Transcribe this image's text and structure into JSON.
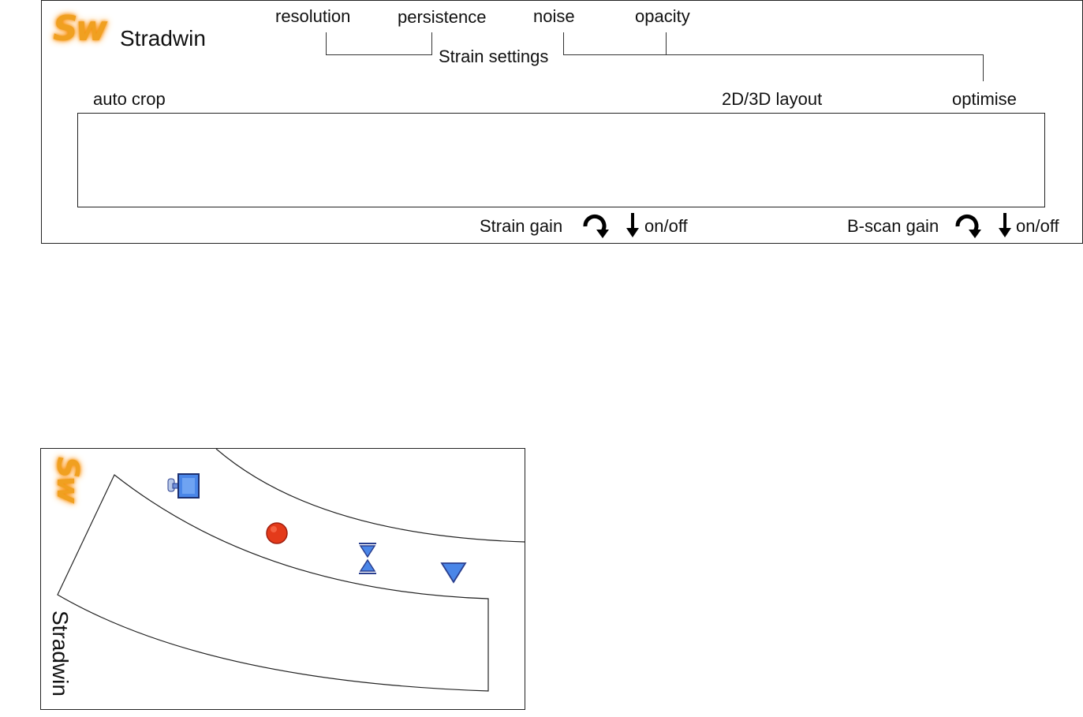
{
  "colors": {
    "logo": "#f0a020",
    "marker_red": "#e43a1a",
    "marker_blue": "#4a86e8"
  },
  "top_panel": {
    "logo_text": "Sw",
    "app_name": "Stradwin",
    "strain_labels": {
      "resolution": "resolution",
      "persistence": "persistence",
      "noise": "noise",
      "opacity": "opacity",
      "group": "Strain settings"
    },
    "auto_crop": "auto crop",
    "layout_2d3d": "2D/3D layout",
    "optimise": "optimise",
    "strain_gain": "Strain gain",
    "strain_onoff": "on/off",
    "bscan_gain": "B-scan gain",
    "bscan_onoff": "on/off",
    "icons": [
      "rotate-knob-icon",
      "down-arrow-icon",
      "rotate-knob-icon",
      "down-arrow-icon"
    ]
  },
  "bottom_panel": {
    "logo_text": "Sw",
    "app_name": "Stradwin",
    "icons": [
      "camera-icon",
      "red-dot-icon",
      "hourglass-icon",
      "triangle-down-icon"
    ]
  }
}
